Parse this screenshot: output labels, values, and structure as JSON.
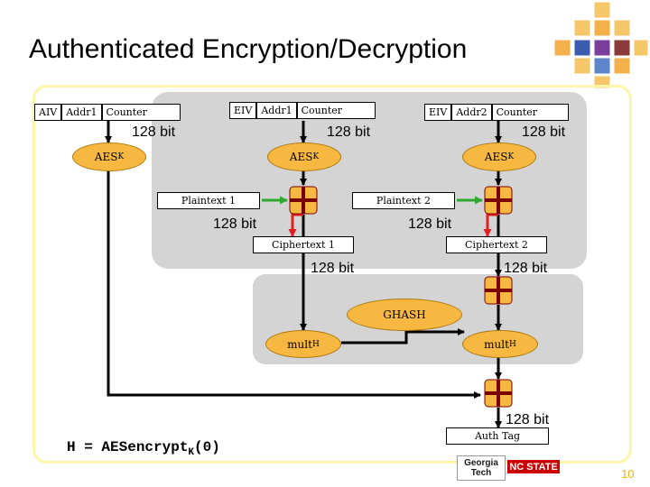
{
  "slide": {
    "title": "Authenticated Encryption/Decryption",
    "page_number": "10"
  },
  "inputs": [
    {
      "parts": [
        "AIV",
        "Addr1",
        "Counter"
      ]
    },
    {
      "parts": [
        "EIV",
        "Addr1",
        "Counter"
      ]
    },
    {
      "parts": [
        "EIV",
        "Addr2",
        "Counter"
      ]
    }
  ],
  "labels": {
    "bits": "128 bit",
    "aes": "AES",
    "key_sub": "K",
    "plaintext_1": "Plaintext 1",
    "plaintext_2": "Plaintext 2",
    "ciphertext_1": "Ciphertext 1",
    "ciphertext_2": "Ciphertext 2",
    "ghash": "GHASH",
    "mult": "mult",
    "hash_sub": "H",
    "auth_tag": "Auth Tag"
  },
  "formula": {
    "prefix": "H = AESencrypt",
    "sub": "K",
    "suffix": "(0)"
  },
  "logos": {
    "georgia_line1": "Georgia",
    "georgia_line2": "Tech",
    "ncstate": "NC STATE"
  },
  "colors": {
    "panel": "#d4d4d4",
    "frame": "#fff5a8",
    "aes_fill": "#f7b842",
    "xor_fill": "#f7b842",
    "xor_cross": "#7a0000",
    "arrow": "#000000",
    "green_arrow": "#2ea82e",
    "red_arrow": "#e02020",
    "page_number": "#f4b400"
  }
}
